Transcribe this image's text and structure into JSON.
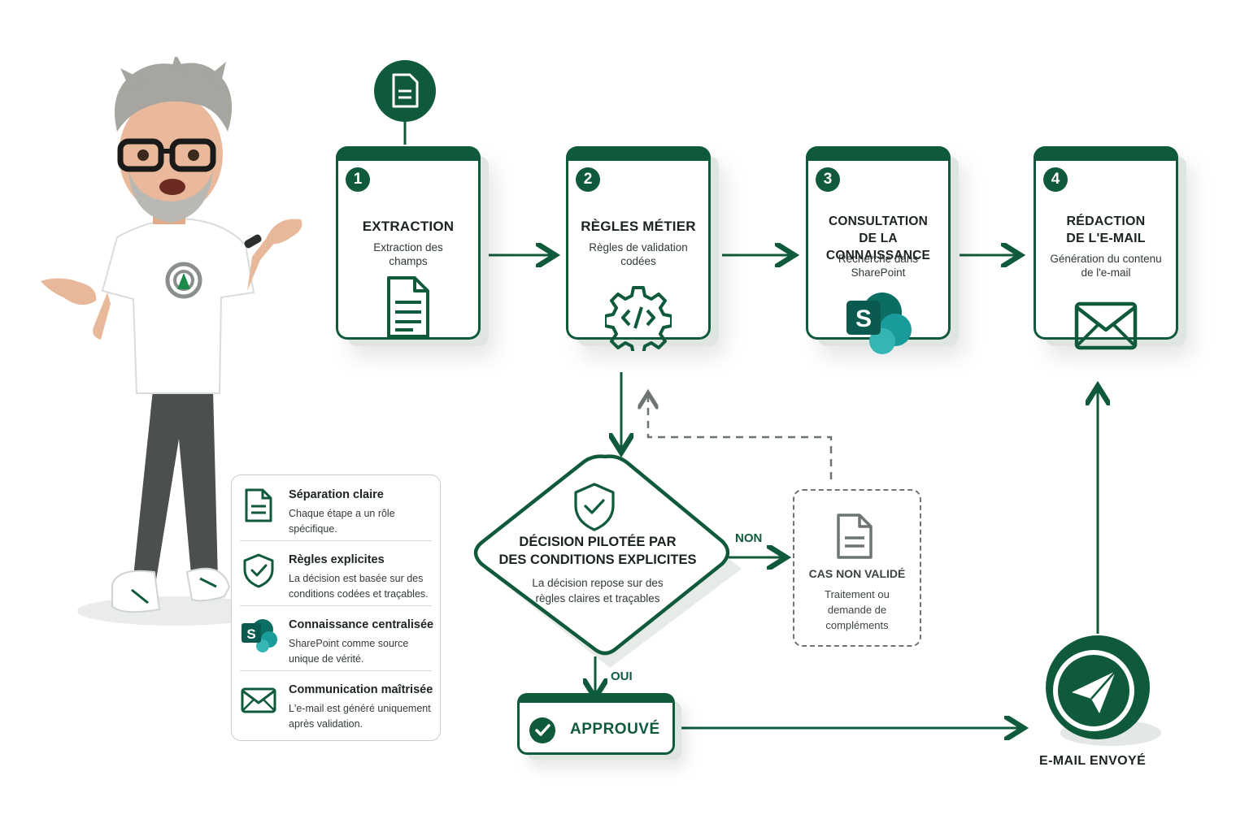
{
  "steps": [
    {
      "num": "1",
      "title": "EXTRACTION",
      "sub": "Extraction des champs",
      "icon": "document-lines-icon"
    },
    {
      "num": "2",
      "title": "RÈGLES MÉTIER",
      "sub": "Règles de validation codées",
      "icon": "gear-code-icon"
    },
    {
      "num": "3",
      "title_line1": "CONSULTATION",
      "title_line2": "DE LA CONNAISSANCE",
      "sub": "Recherche dans SharePoint",
      "icon": "sharepoint-icon"
    },
    {
      "num": "4",
      "title_line1": "RÉDACTION",
      "title_line2": "DE L'E-MAIL",
      "sub": "Génération du contenu de l'e-mail",
      "icon": "envelope-icon"
    }
  ],
  "decision": {
    "title_line1": "DÉCISION PILOTÉE PAR",
    "title_line2": "DES CONDITIONS EXPLICITES",
    "sub": "La décision repose sur des règles claires et traçables",
    "no_label": "NON",
    "yes_label": "OUI"
  },
  "rejected": {
    "title": "CAS NON VALIDÉ",
    "sub": "Traitement ou demande de compléments"
  },
  "approved": {
    "label": "APPROUVÉ"
  },
  "sent": {
    "label": "E-MAIL ENVOYÉ"
  },
  "legend": [
    {
      "title": "Séparation claire",
      "desc": "Chaque étape a un rôle spécifique.",
      "icon": "document-icon"
    },
    {
      "title": "Règles explicites",
      "desc": "La décision est basée sur des conditions codées et traçables.",
      "icon": "shield-check-icon"
    },
    {
      "title": "Connaissance centralisée",
      "desc": "SharePoint comme source unique de vérité.",
      "icon": "sharepoint-icon"
    },
    {
      "title": "Communication maîtrisée",
      "desc": "L'e-mail est généré uniquement après validation.",
      "icon": "envelope-icon"
    }
  ],
  "colors": {
    "primary": "#0f5a3a",
    "dashed": "#6d7570",
    "sharepoint": "#0b7a75"
  }
}
